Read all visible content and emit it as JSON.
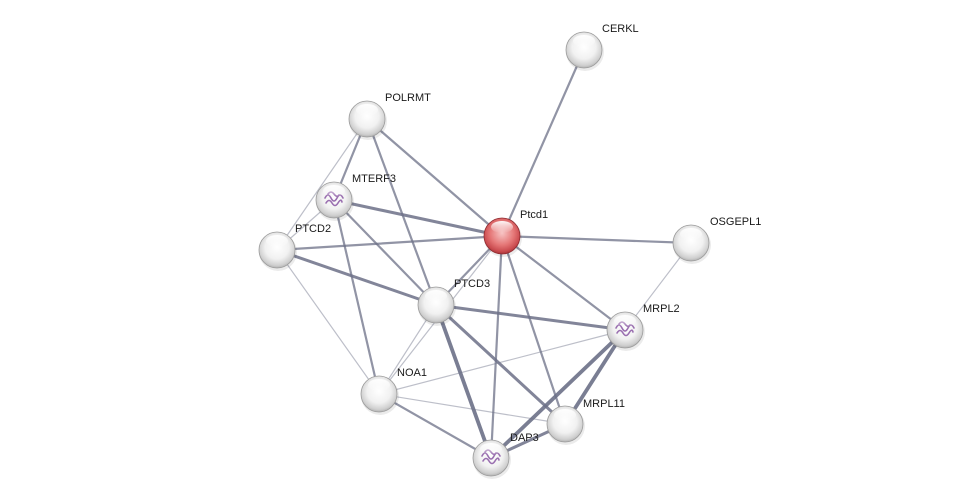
{
  "nodes": [
    {
      "id": "CERKL",
      "label": "CERKL",
      "query": false,
      "structure": false
    },
    {
      "id": "POLRMT",
      "label": "POLRMT",
      "query": false,
      "structure": false
    },
    {
      "id": "MTERF3",
      "label": "MTERF3",
      "query": false,
      "structure": true
    },
    {
      "id": "Ptcd1",
      "label": "Ptcd1",
      "query": true,
      "structure": false
    },
    {
      "id": "PTCD2",
      "label": "PTCD2",
      "query": false,
      "structure": false
    },
    {
      "id": "OSGEPL1",
      "label": "OSGEPL1",
      "query": false,
      "structure": false
    },
    {
      "id": "PTCD3",
      "label": "PTCD3",
      "query": false,
      "structure": false
    },
    {
      "id": "MRPL2",
      "label": "MRPL2",
      "query": false,
      "structure": true
    },
    {
      "id": "NOA1",
      "label": "NOA1",
      "query": false,
      "structure": false
    },
    {
      "id": "MRPL11",
      "label": "MRPL11",
      "query": false,
      "structure": false
    },
    {
      "id": "DAP3",
      "label": "DAP3",
      "query": false,
      "structure": true
    }
  ],
  "edges": [
    {
      "source": "CERKL",
      "target": "Ptcd1",
      "strength": 2
    },
    {
      "source": "POLRMT",
      "target": "Ptcd1",
      "strength": 2
    },
    {
      "source": "POLRMT",
      "target": "MTERF3",
      "strength": 2
    },
    {
      "source": "POLRMT",
      "target": "PTCD2",
      "strength": 1
    },
    {
      "source": "POLRMT",
      "target": "PTCD3",
      "strength": 2
    },
    {
      "source": "MTERF3",
      "target": "Ptcd1",
      "strength": 3
    },
    {
      "source": "MTERF3",
      "target": "PTCD2",
      "strength": 1
    },
    {
      "source": "MTERF3",
      "target": "PTCD3",
      "strength": 2
    },
    {
      "source": "MTERF3",
      "target": "NOA1",
      "strength": 2
    },
    {
      "source": "PTCD2",
      "target": "Ptcd1",
      "strength": 2
    },
    {
      "source": "PTCD2",
      "target": "PTCD3",
      "strength": 3
    },
    {
      "source": "PTCD2",
      "target": "NOA1",
      "strength": 1
    },
    {
      "source": "Ptcd1",
      "target": "OSGEPL1",
      "strength": 2
    },
    {
      "source": "Ptcd1",
      "target": "PTCD3",
      "strength": 2
    },
    {
      "source": "Ptcd1",
      "target": "MRPL2",
      "strength": 2
    },
    {
      "source": "Ptcd1",
      "target": "NOA1",
      "strength": 1
    },
    {
      "source": "Ptcd1",
      "target": "MRPL11",
      "strength": 2
    },
    {
      "source": "Ptcd1",
      "target": "DAP3",
      "strength": 2
    },
    {
      "source": "OSGEPL1",
      "target": "MRPL2",
      "strength": 1
    },
    {
      "source": "PTCD3",
      "target": "MRPL2",
      "strength": 3
    },
    {
      "source": "PTCD3",
      "target": "NOA1",
      "strength": 1
    },
    {
      "source": "PTCD3",
      "target": "MRPL11",
      "strength": 3
    },
    {
      "source": "PTCD3",
      "target": "DAP3",
      "strength": 4
    },
    {
      "source": "MRPL2",
      "target": "NOA1",
      "strength": 1
    },
    {
      "source": "MRPL2",
      "target": "MRPL11",
      "strength": 4
    },
    {
      "source": "MRPL2",
      "target": "DAP3",
      "strength": 4
    },
    {
      "source": "NOA1",
      "target": "MRPL11",
      "strength": 1
    },
    {
      "source": "NOA1",
      "target": "DAP3",
      "strength": 2
    },
    {
      "source": "MRPL11",
      "target": "DAP3",
      "strength": 3
    }
  ],
  "colors": {
    "query_node": "#d9464a",
    "node": "#d6d6d6",
    "edge": "#6c7087",
    "structure": "#9a6fb0"
  }
}
